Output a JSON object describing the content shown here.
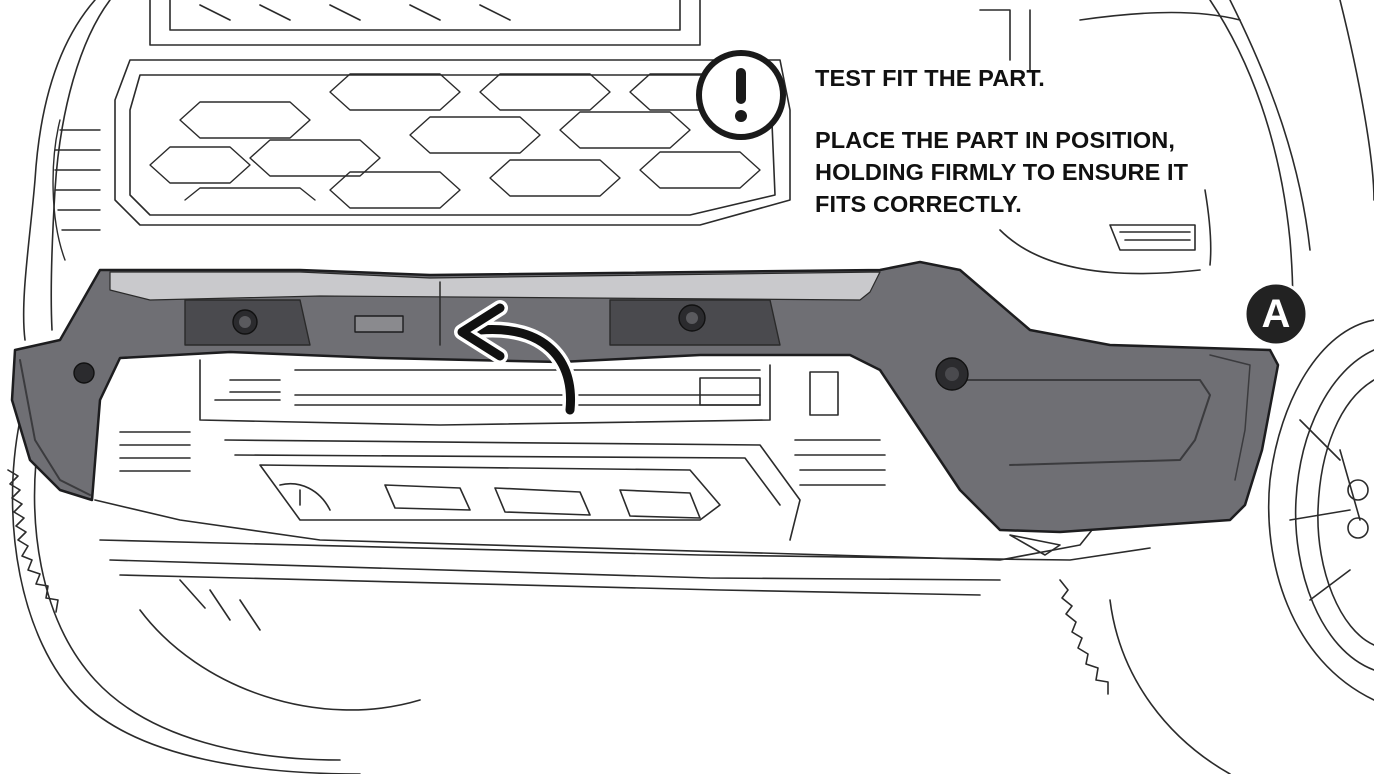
{
  "instruction": {
    "heading": "TEST FIT THE PART.",
    "line1": "PLACE THE PART IN POSITION,",
    "line2": "HOLDING FIRMLY TO ENSURE IT",
    "line3": "FITS CORRECTLY."
  },
  "callout": {
    "label": "A"
  },
  "icons": {
    "warning": "exclamation-circle-icon",
    "arrow": "curved-arrow-icon"
  },
  "colors": {
    "part_fill": "#6f6f74",
    "part_dark": "#3b3b3e",
    "line": "#2a2a2a",
    "badge": "#222222"
  }
}
